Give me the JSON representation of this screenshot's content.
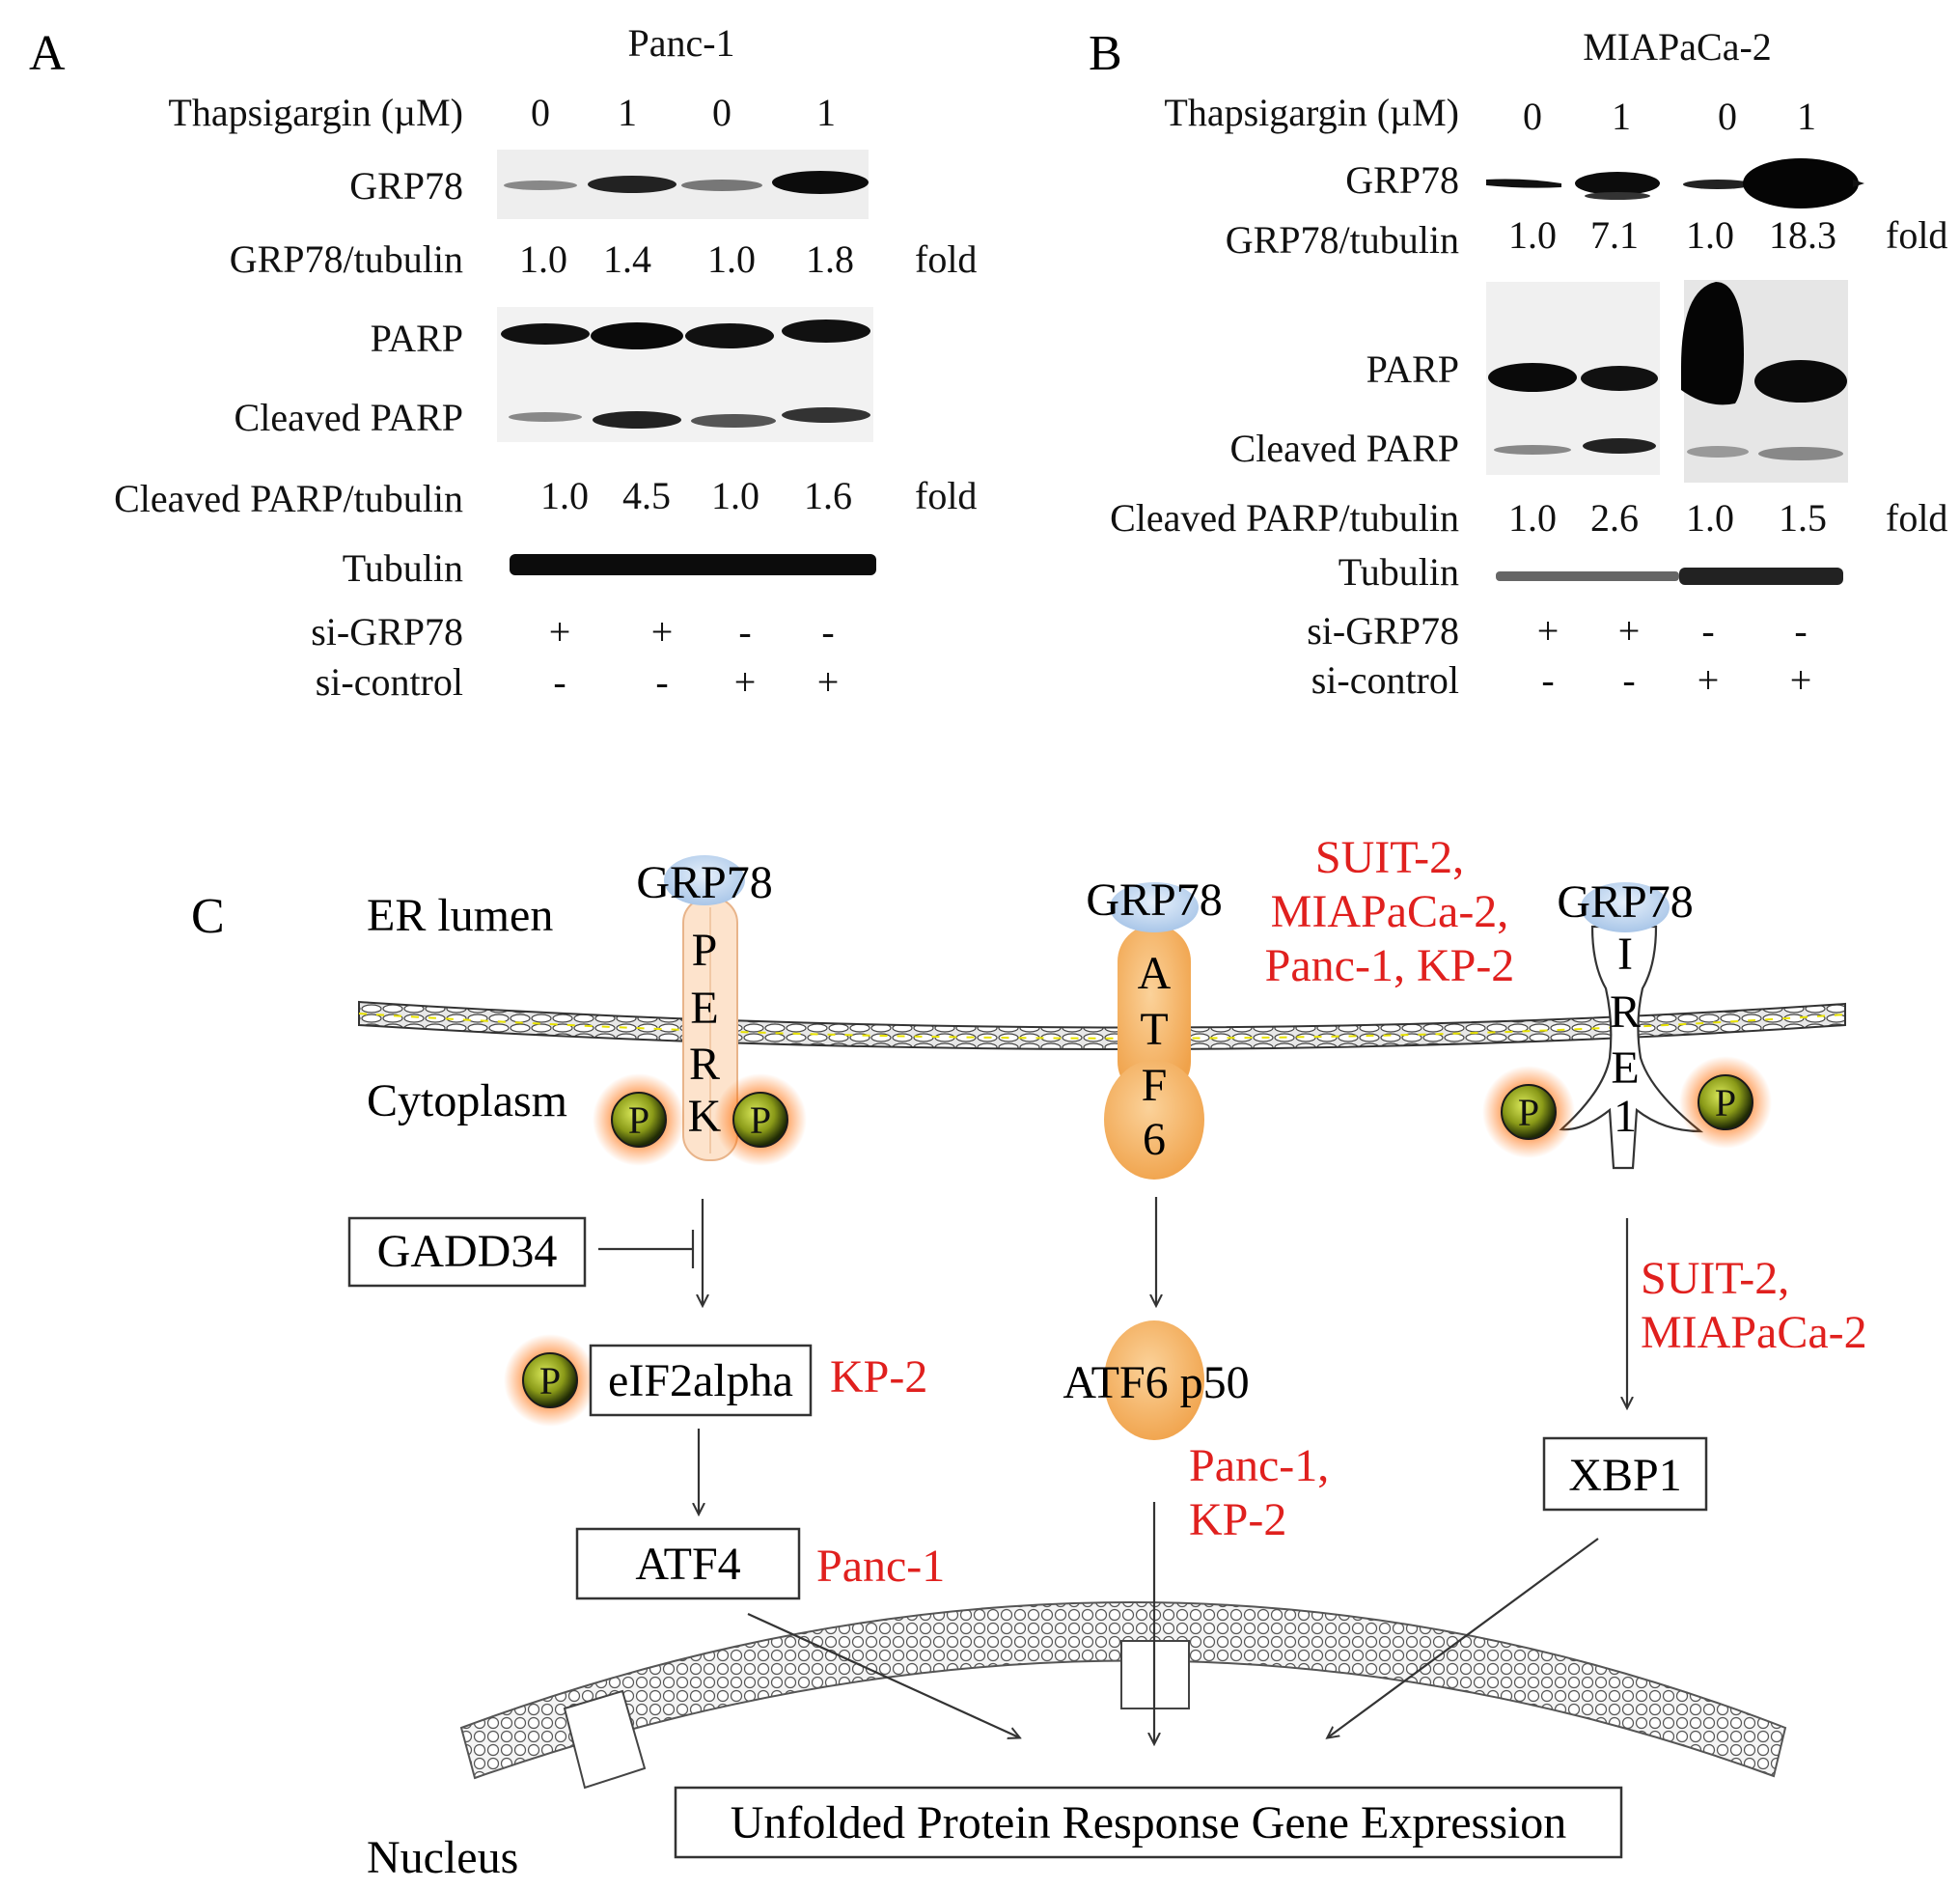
{
  "panel_a": {
    "letter": "A",
    "cell_line": "Panc-1",
    "thapsigargin_label": "Thapsigargin (µM)",
    "thapsigargin": [
      "0",
      "1",
      "0",
      "1"
    ],
    "grp78_label": "GRP78",
    "grp78_ratio_label": "GRP78/tubulin",
    "grp78_ratio": [
      "1.0",
      "1.4",
      "1.0",
      "1.8"
    ],
    "fold": "fold",
    "parp_label": "PARP",
    "cleaved_parp_label": "Cleaved PARP",
    "cleaved_ratio_label": "Cleaved PARP/tubulin",
    "cleaved_ratio": [
      "1.0",
      "4.5",
      "1.0",
      "1.6"
    ],
    "tubulin_label": "Tubulin",
    "si_grp78_label": "si-GRP78",
    "si_grp78": [
      "+",
      "+",
      "-",
      "-"
    ],
    "si_control_label": "si-control",
    "si_control": [
      "-",
      "-",
      "+",
      "+"
    ]
  },
  "panel_b": {
    "letter": "B",
    "cell_line": "MIAPaCa-2",
    "thapsigargin_label": "Thapsigargin (µM)",
    "thapsigargin": [
      "0",
      "1",
      "0",
      "1"
    ],
    "grp78_label": "GRP78",
    "grp78_ratio_label": "GRP78/tubulin",
    "grp78_ratio": [
      "1.0",
      "7.1",
      "1.0",
      "18.3"
    ],
    "fold": "fold",
    "parp_label": "PARP",
    "cleaved_parp_label": "Cleaved PARP",
    "cleaved_ratio_label": "Cleaved PARP/tubulin",
    "cleaved_ratio": [
      "1.0",
      "2.6",
      "1.0",
      "1.5"
    ],
    "tubulin_label": "Tubulin",
    "si_grp78_label": "si-GRP78",
    "si_grp78": [
      "+",
      "+",
      "-",
      "-"
    ],
    "si_control_label": "si-control",
    "si_control": [
      "-",
      "-",
      "+",
      "+"
    ]
  },
  "panel_c": {
    "letter": "C",
    "er_lumen": "ER lumen",
    "cytoplasm": "Cytoplasm",
    "nucleus": "Nucleus",
    "grp78": "GRP78",
    "perk_letters": [
      "P",
      "E",
      "R",
      "K"
    ],
    "atf6_letters": [
      "A",
      "T",
      "F",
      "6"
    ],
    "ire1_letters": [
      "I",
      "R",
      "E",
      "1"
    ],
    "phospho": "P",
    "gadd34": "GADD34",
    "eif2alpha": "eIF2alpha",
    "eif2alpha_lines": "KP-2",
    "atf4": "ATF4",
    "atf4_lines": "Panc-1",
    "atf6_p50": "ATF6 p50",
    "atf6_p50_lines": [
      "Panc-1,",
      "KP-2"
    ],
    "atf6_lines": [
      "SUIT-2,",
      "MIAPaCa-2,",
      "Panc-1, KP-2"
    ],
    "ire1_lines": [
      "SUIT-2,",
      "MIAPaCa-2"
    ],
    "xbp1": "XBP1",
    "upr": "Unfolded Protein Response Gene Expression",
    "colors": {
      "annotation": "#e0201e",
      "atf6": "#f0a24a",
      "grp78_cap": "#b9d3ee",
      "phospho": "#6b7a10"
    }
  }
}
